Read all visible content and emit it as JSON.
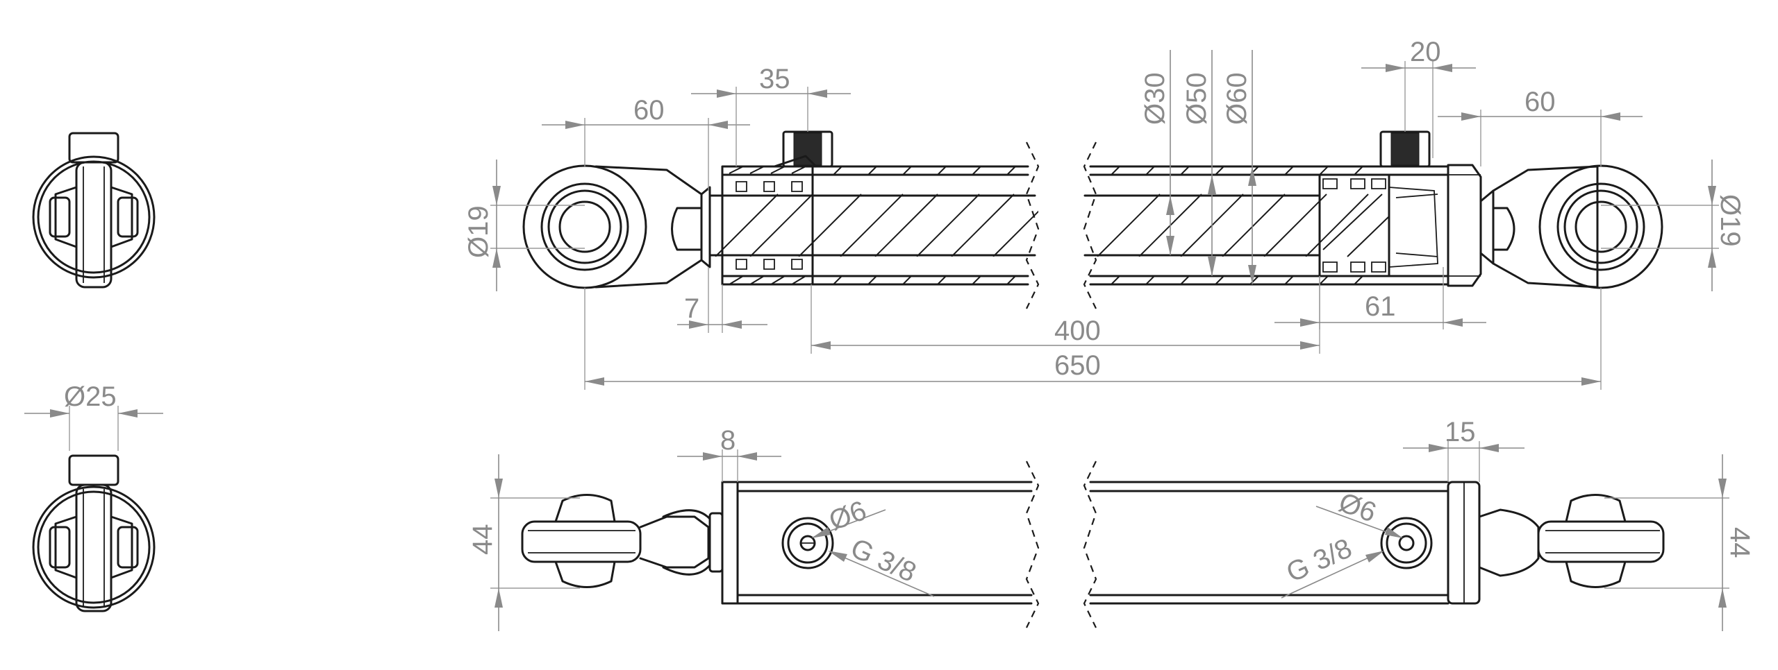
{
  "dimensions": {
    "eye_width_left": "60",
    "port_offset_top": "35",
    "port_offset_right": "20",
    "eye_width_right": "60",
    "dia_rod": "30",
    "dia_bore": "50",
    "dia_outer": "60",
    "pin_hole_left": "19",
    "pin_hole_right": "19",
    "front_gap": "7",
    "rear_stroke_end": "61",
    "stroke": "400",
    "installed_length": "650",
    "pin_dia_side": "25",
    "port_offset_bottom_left": "8",
    "port_offset_bottom_right": "15",
    "eye_thickness_left": "44",
    "eye_thickness_right": "44",
    "port_hole_left": "6",
    "port_hole_right": "6",
    "port_thread_left": "G 3/8",
    "port_thread_right": "G 3/8"
  },
  "symbols": {
    "diameter": "Ø"
  },
  "colors": {
    "line": "#1a1a1a",
    "dimension": "#8a8a8a",
    "background": "#ffffff"
  }
}
